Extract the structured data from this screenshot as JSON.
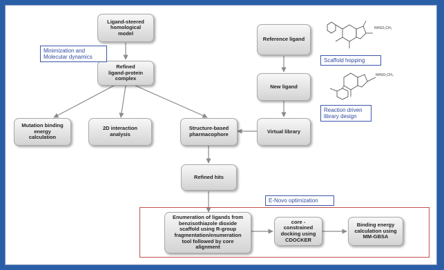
{
  "nodes": {
    "ligand_steered": "Ligand-steered\nhomological\nmodel",
    "refined_complex": "Refined\nligand-protein\ncomplex",
    "mutation": "Mutation binding\nenergy\ncalculation",
    "interaction_2d": "2D interaction\nanalysis",
    "sb_pharmacophore": "Structure-based\npharmacophore",
    "reference_ligand": "Reference ligand",
    "new_ligand": "New ligand",
    "virtual_library": "Virtual library",
    "refined_hits": "Refined hits",
    "enumeration": "Enumeration of ligands from\nbenzisothiazole dioxide\nscaffold using R-group\nfragmentation/enumeration\ntool followed by core\nalignment",
    "core_docking": "core -constrained\ndocking using\nCDOCKER",
    "binding_energy": "Binding energy\ncalculation using\nMM-GBSA"
  },
  "tags": {
    "minimization": "Minimization and\nMolecular dynamics",
    "scaffold_hopping": "Scaffold hopping",
    "reaction_driven": "Reaction driven\nlibrary design",
    "enovo": "E-Novo optimization"
  },
  "structure_labels": {
    "substituent_top": "NHSO₂CH₃",
    "substituent_bottom": "NHSO₂CH₃"
  },
  "colors": {
    "background": "#2a5fa8",
    "tag_border": "#3a55a8",
    "tag_text": "#2f4aa0",
    "region_border": "#c0504d",
    "arrow": "#8a8a8a"
  }
}
